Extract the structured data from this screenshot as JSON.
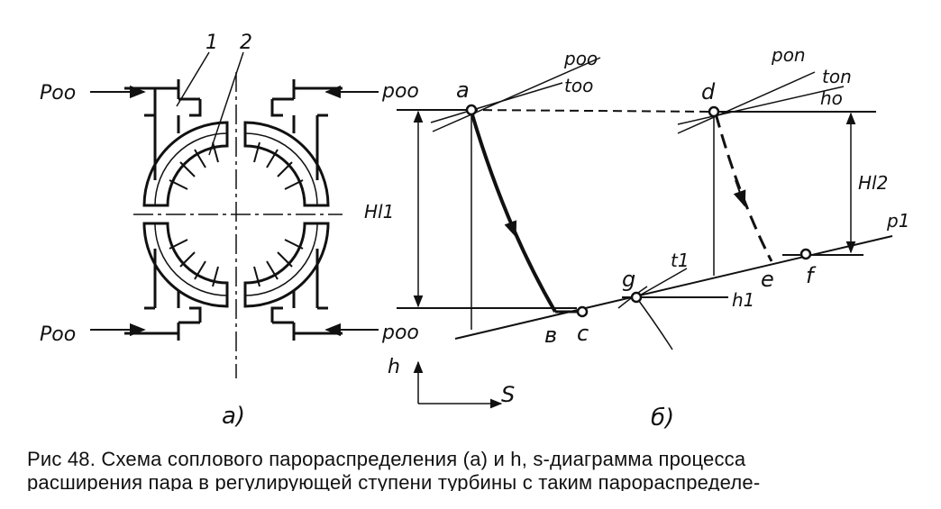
{
  "figure_a": {
    "part_label": "а)",
    "callout_1": "1",
    "callout_2": "2",
    "pressure_labels": [
      "Poo",
      "poo",
      "Poo",
      "poo"
    ]
  },
  "figure_b": {
    "part_label": "б)",
    "points": {
      "a": "a",
      "d": "d",
      "b": "в",
      "c": "c",
      "e": "e",
      "f": "f",
      "g": "g"
    },
    "isobar_p00": "poo",
    "isotherm_t00": "too",
    "isobar_p0n": "pon",
    "isotherm_t0n": "ton",
    "enthalpy_h0": "ho",
    "isobar_p1": "p1",
    "isotherm_t1": "t1",
    "enthalpy_h1": "h1",
    "drop_1": "Hl1",
    "drop_2": "Hl2",
    "axis_h": "h",
    "axis_s": "S"
  },
  "caption": {
    "line1": "Рис  48. Схема соплового парораспределения  (а)  и  h, s-диаграмма  процесса",
    "line2": "расширения  пара  в  регулирующей  ступени  турбины  с  таким  парораспределе-"
  }
}
